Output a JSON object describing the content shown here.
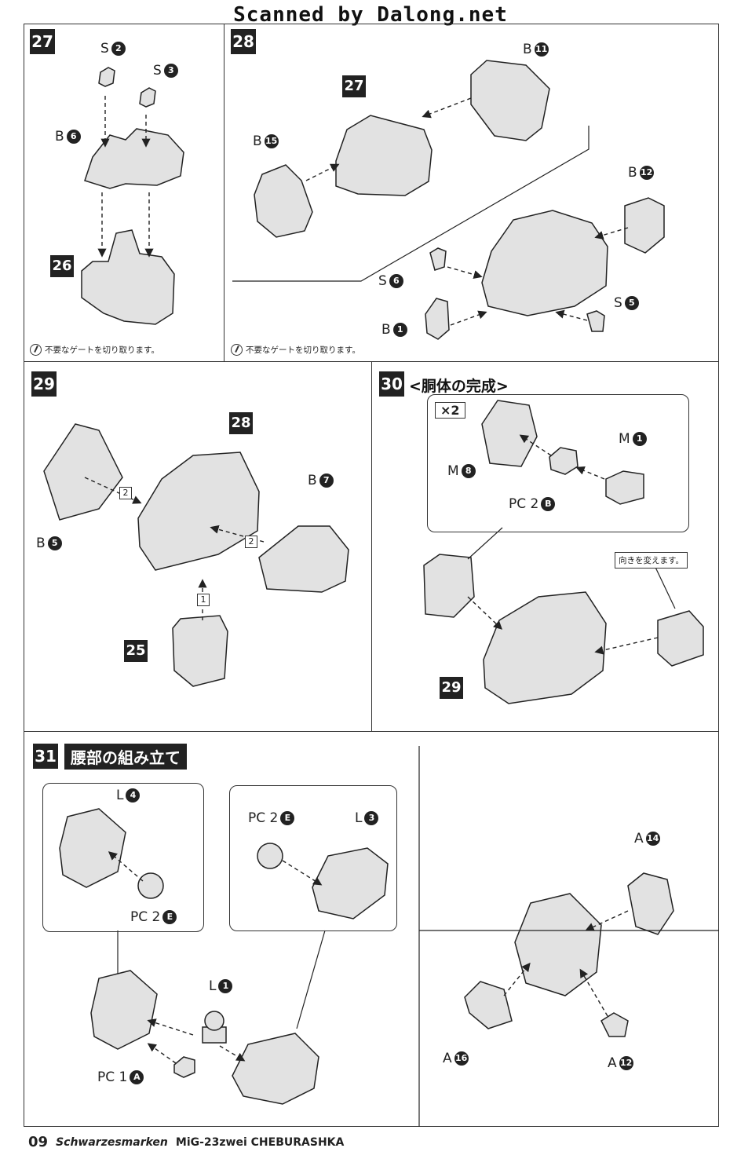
{
  "watermark": "Scanned by Dalong.net",
  "steps": {
    "s27": {
      "num": "27"
    },
    "s28": {
      "num": "28"
    },
    "s29": {
      "num": "29"
    },
    "s30": {
      "num": "30",
      "title": "<胴体の完成>"
    },
    "s31": {
      "num": "31",
      "title": "腰部の組み立て"
    }
  },
  "refs": {
    "r26": "26",
    "r27": "27",
    "r28": "28",
    "r25": "25",
    "r29": "29"
  },
  "labels": {
    "s27_S2": {
      "l": "S",
      "n": "2"
    },
    "s27_S3": {
      "l": "S",
      "n": "3"
    },
    "s27_B6": {
      "l": "B",
      "n": "6"
    },
    "s28_B11": {
      "l": "B",
      "n": "11"
    },
    "s28_B15": {
      "l": "B",
      "n": "15"
    },
    "s28_B12": {
      "l": "B",
      "n": "12"
    },
    "s28_S6": {
      "l": "S",
      "n": "6"
    },
    "s28_B1": {
      "l": "B",
      "n": "1"
    },
    "s28_S5": {
      "l": "S",
      "n": "5"
    },
    "s29_B5": {
      "l": "B",
      "n": "5"
    },
    "s29_B7": {
      "l": "B",
      "n": "7"
    },
    "s30_M1": {
      "l": "M",
      "n": "1"
    },
    "s30_M8": {
      "l": "M",
      "n": "8"
    },
    "s30_PC2B": {
      "l": "PC 2",
      "n": "B"
    },
    "s31_L4": {
      "l": "L",
      "n": "4"
    },
    "s31_PC2E_a": {
      "l": "PC 2",
      "n": "E"
    },
    "s31_PC2E_b": {
      "l": "PC 2",
      "n": "E"
    },
    "s31_L3": {
      "l": "L",
      "n": "3"
    },
    "s31_L1": {
      "l": "L",
      "n": "1"
    },
    "s31_PC1A": {
      "l": "PC 1",
      "n": "A"
    },
    "s31_A14": {
      "l": "A",
      "n": "14"
    },
    "s31_A16": {
      "l": "A",
      "n": "16"
    },
    "s31_A12": {
      "l": "A",
      "n": "12"
    }
  },
  "notes": {
    "gate27": "不要なゲートを切り取ります。",
    "gate28": "不要なゲートを切り取ります。",
    "turn30": "向きを変えます。",
    "x2": "×2"
  },
  "box_numbers": {
    "b1": "2",
    "b2": "2",
    "b3": "1"
  },
  "footer": {
    "page": "09",
    "series": "Schwarzesmarken",
    "model": "MiG-23zwei CHEBURASHKA"
  }
}
